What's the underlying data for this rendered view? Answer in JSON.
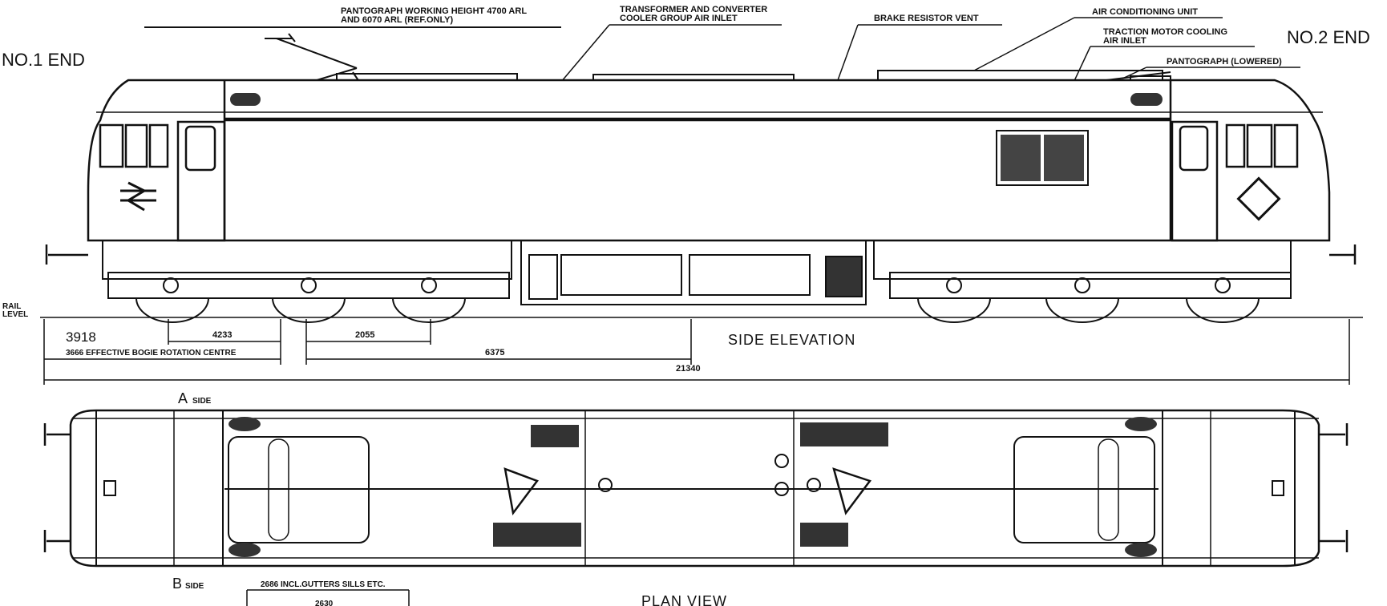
{
  "ends": {
    "no1": "NO.1 END",
    "no2": "NO.2 END"
  },
  "labels": {
    "pantograph_height": [
      "PANTOGRAPH WORKING HEIGHT 4700 ARL",
      "AND 6070 ARL (REF.ONLY)"
    ],
    "transformer": [
      "TRANSFORMER AND CONVERTER",
      "COOLER GROUP AIR INLET"
    ],
    "brake_vent": "BRAKE RESISTOR VENT",
    "air_con": "AIR CONDITIONING UNIT",
    "traction_motor": [
      "TRACTION MOTOR COOLING",
      "AIR INLET"
    ],
    "pantograph_lowered": "PANTOGRAPH (LOWERED)",
    "rail_level": [
      "RAIL",
      "LEVEL"
    ],
    "side_elevation": "SIDE ELEVATION",
    "plan_view": "PLAN VIEW",
    "a_side": "A",
    "a_side_suffix": "SIDE",
    "b_side": "B",
    "b_side_suffix": "SIDE"
  },
  "dimensions": {
    "d3918": "3918",
    "effective": "3666 EFFECTIVE  BOGIE ROTATION CENTRE",
    "d4233": "4233",
    "d2055": "2055",
    "d6375": "6375",
    "d21340": "21340",
    "width_incl": "2686 INCL.GUTTERS SILLS ETC.",
    "width": "2630"
  }
}
